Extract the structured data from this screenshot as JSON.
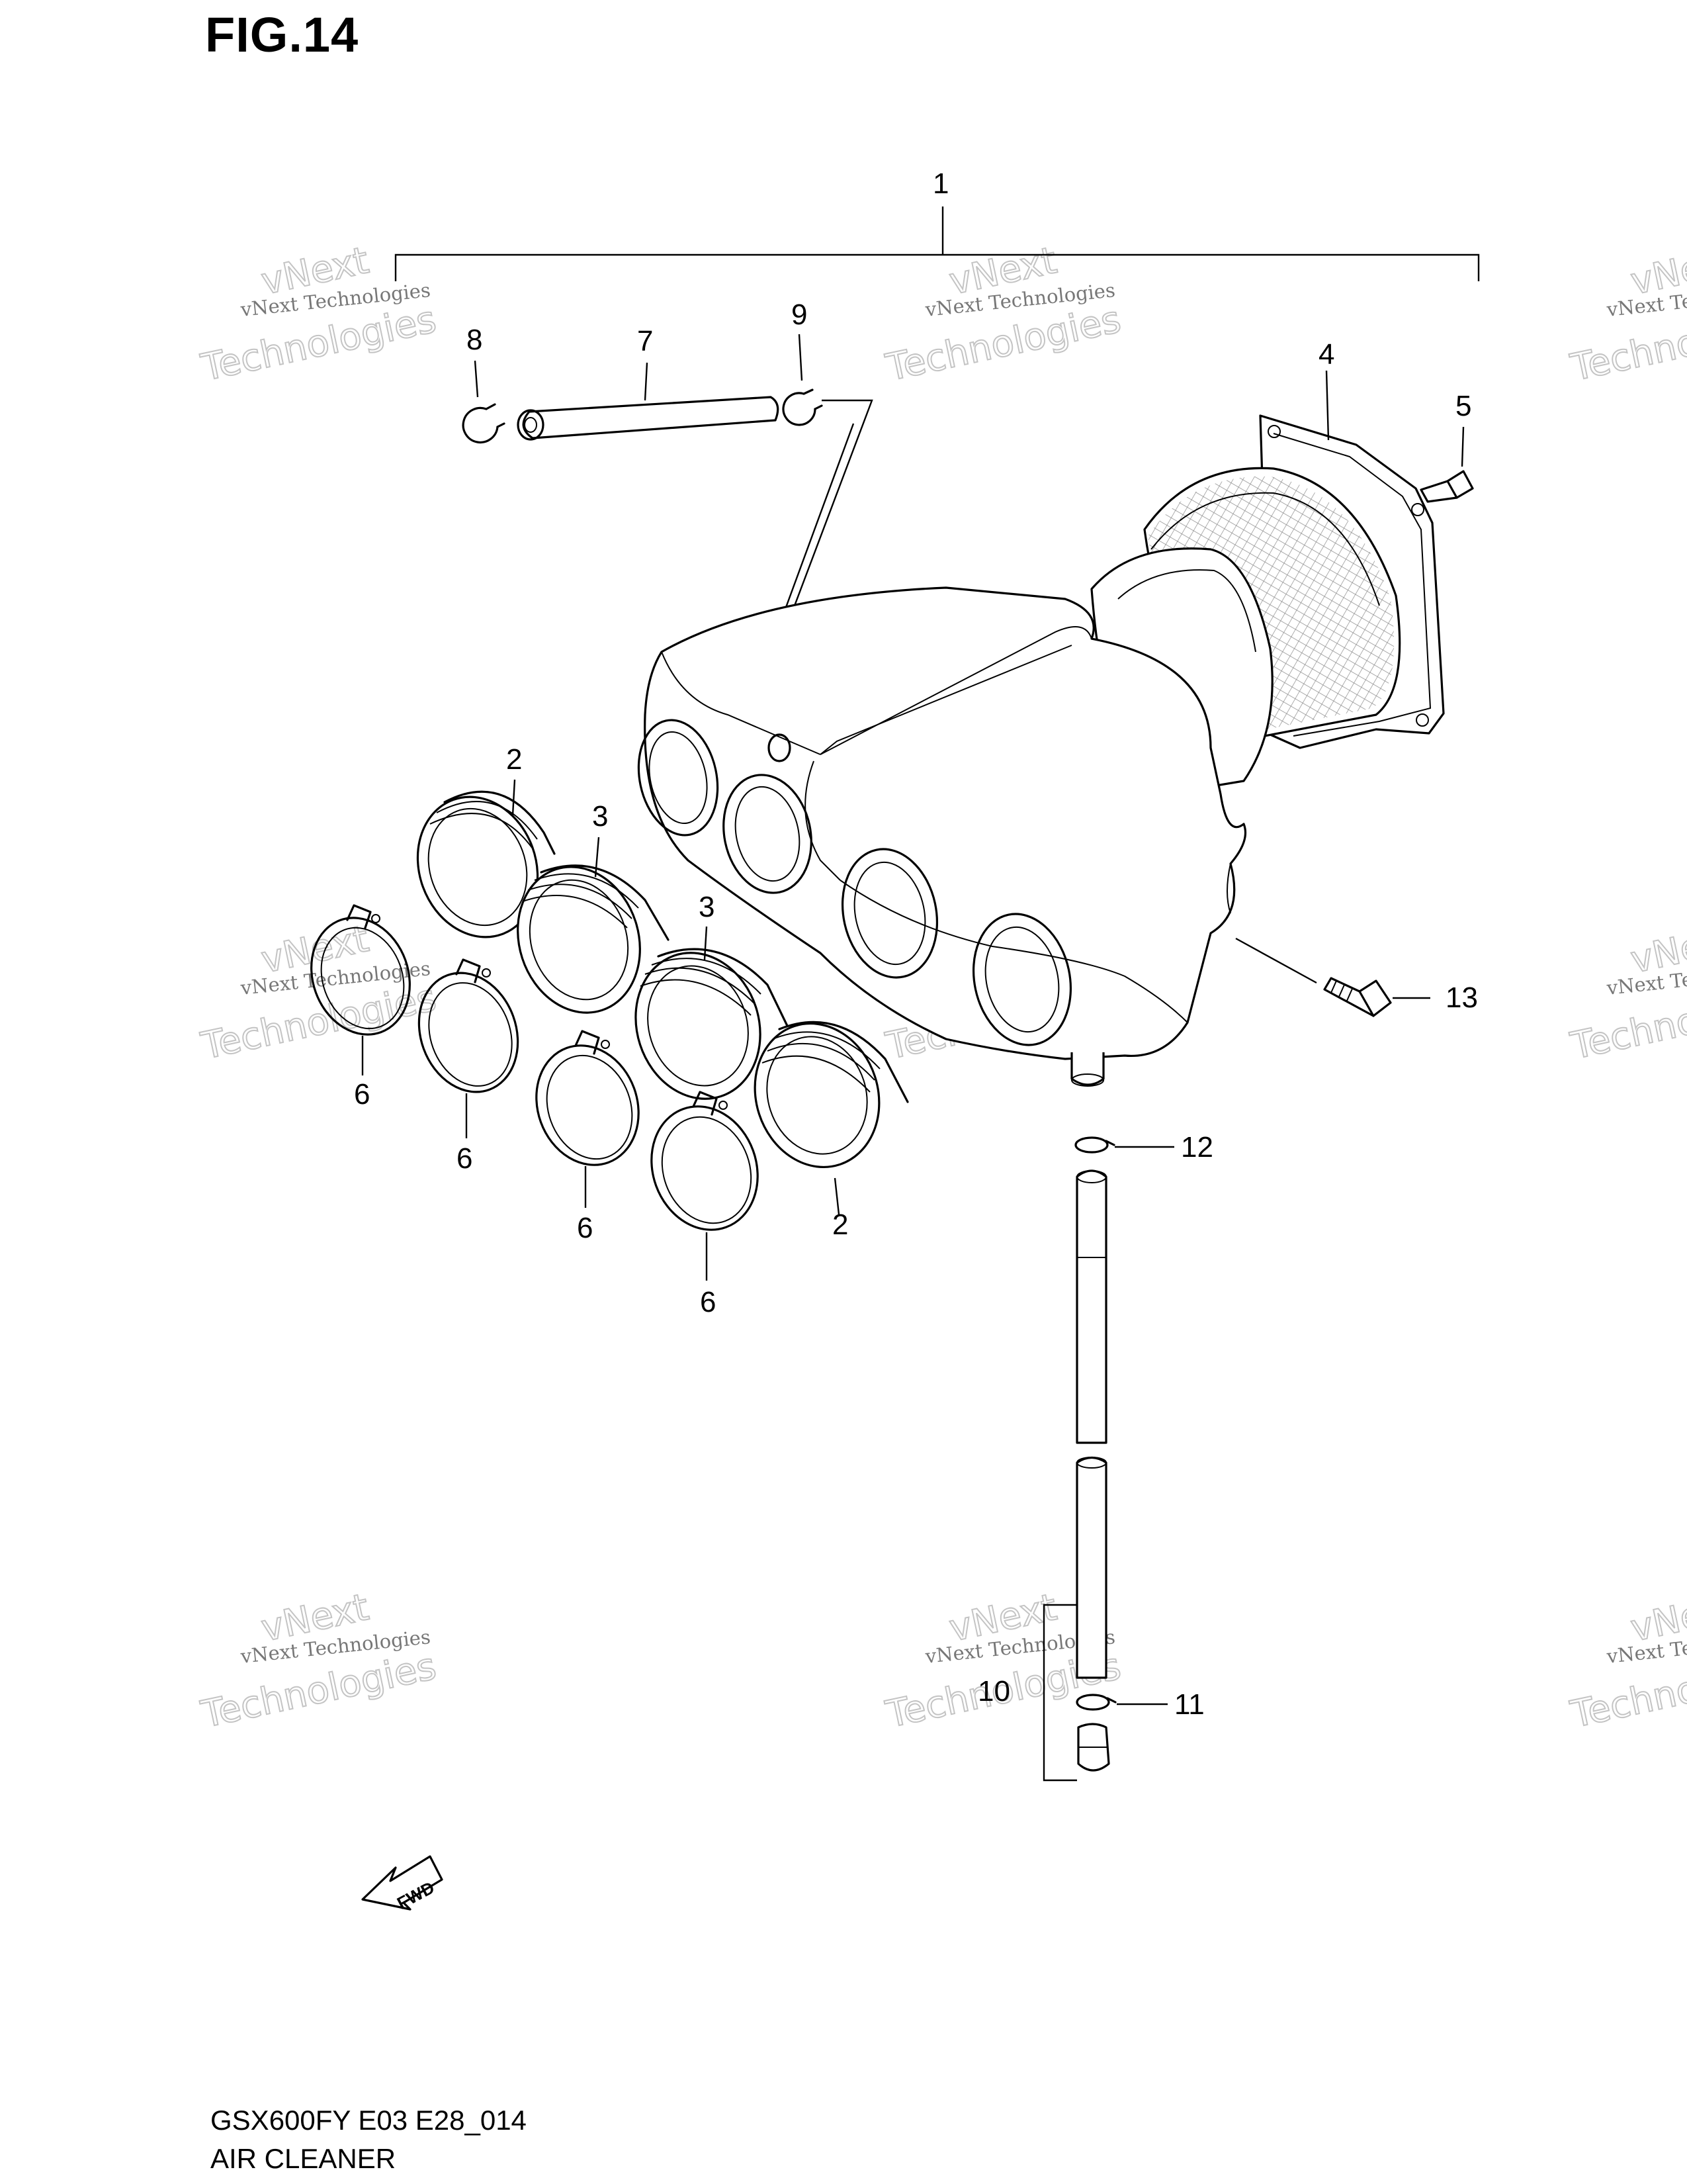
{
  "figure": {
    "title": "FIG.14"
  },
  "footer": {
    "model": "GSX600FY E03 E28_014",
    "title": "AIR CLEANER"
  },
  "watermark": {
    "line1": "vNext Technologies",
    "line2": "vNext",
    "line3": "Technologies"
  },
  "fwd_label": "FWD",
  "callouts": {
    "c1": "1",
    "c2a": "2",
    "c2b": "2",
    "c3a": "3",
    "c3b": "3",
    "c4": "4",
    "c5": "5",
    "c6a": "6",
    "c6b": "6",
    "c6c": "6",
    "c6d": "6",
    "c7": "7",
    "c8": "8",
    "c9": "9",
    "c10": "10",
    "c11": "11",
    "c12": "12",
    "c13": "13"
  }
}
